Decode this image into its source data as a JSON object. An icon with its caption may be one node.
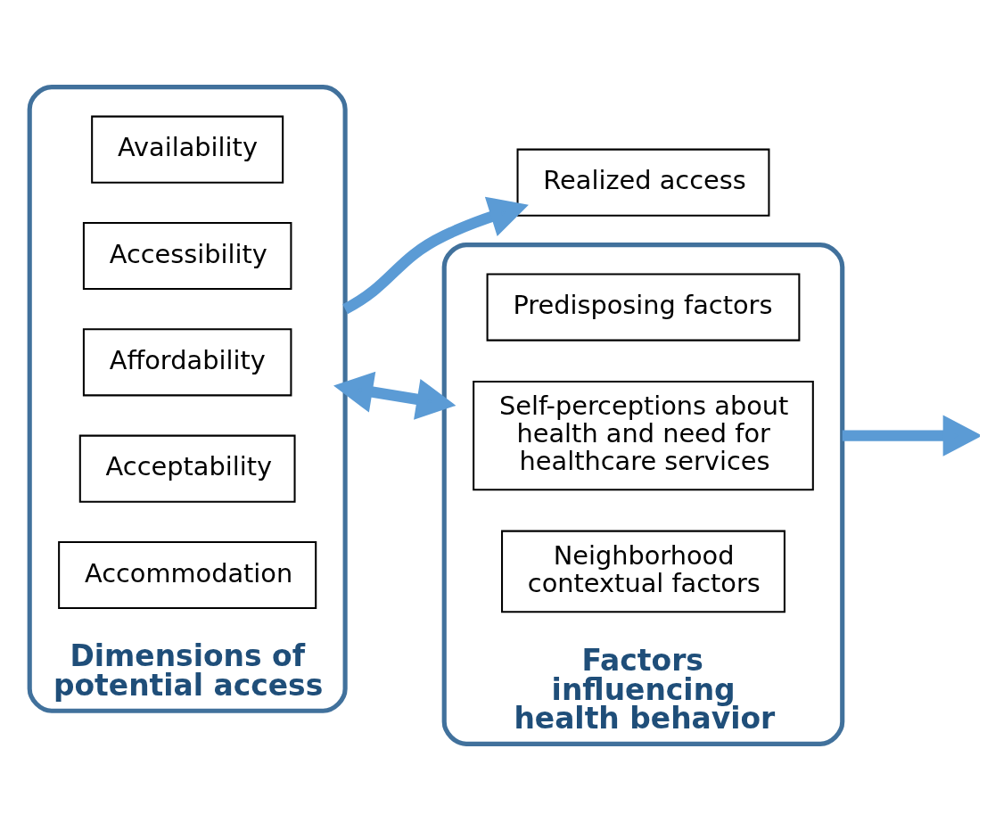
{
  "diagram": {
    "nodes": [
      {
        "text": [
          "Dimensions of potential access"
        ]
      },
      {
        "text": [
          "Availability"
        ],
        "in": 0
      },
      {
        "text": [
          "Accessibility"
        ],
        "in": 0
      },
      {
        "text": [
          "Affordability"
        ],
        "in": 0
      },
      {
        "text": [
          "Acceptability"
        ],
        "in": 0
      },
      {
        "text": [
          "Accommodation"
        ],
        "in": 0
      },
      {
        "text": [
          "Realized access"
        ]
      },
      {
        "text": [
          "Factors influencing health behavior"
        ]
      },
      {
        "text": [
          "Predisposing factors"
        ],
        "in": 7
      },
      {
        "text": [
          "Self-perceptions about health and need for healthcare services"
        ],
        "in": 7
      },
      {
        "text": [
          "Neighborhood contextual factors"
        ],
        "in": 7
      }
    ],
    "edges": [
      {
        "from": 0,
        "to": 6,
        "arrow": "to"
      },
      {
        "from": 7,
        "to": null,
        "arrow": "to"
      },
      {
        "from": 0,
        "to": 7,
        "arrow": "both"
      }
    ]
  }
}
